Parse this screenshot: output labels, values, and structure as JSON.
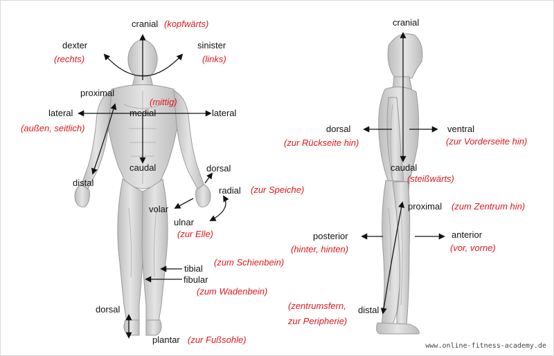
{
  "front": {
    "cranial": "cranial",
    "cranial_de": "(kopfwärts)",
    "dexter": "dexter",
    "dexter_de": "(rechts)",
    "sinister": "sinister",
    "sinister_de": "(links)",
    "proximal": "proximal",
    "medial": "medial",
    "medial_de": "(mittig)",
    "lateral_left": "lateral",
    "lateral_right": "lateral",
    "lateral_de": "(außen, seitlich)",
    "caudal": "caudal",
    "distal": "distal",
    "dorsal_hand": "dorsal",
    "radial": "radial",
    "radial_de": "(zur Speiche)",
    "volar": "volar",
    "ulnar": "ulnar",
    "ulnar_de": "(zur Elle)",
    "tibial": "tibial",
    "tibial_de": "(zum Schienbein)",
    "fibular": "fibular",
    "fibular_de": "(zum Wadenbein)",
    "dorsal_foot": "dorsal",
    "plantar": "plantar",
    "plantar_de": "(zur Fußsohle)"
  },
  "side": {
    "cranial": "cranial",
    "dorsal": "dorsal",
    "dorsal_de": "(zur Rückseite hin)",
    "ventral": "ventral",
    "ventral_de": "(zur Vorderseite hin)",
    "caudal": "caudal",
    "caudal_de": "(steißwärts)",
    "proximal": "proximal",
    "proximal_de": "(zum Zentrum hin)",
    "posterior": "posterior",
    "posterior_de": "(hinter, hinten)",
    "anterior": "anterior",
    "anterior_de": "(vor, vorne)",
    "distal": "distal",
    "distal_de_line1": "(zentrumsfern,",
    "distal_de_line2": "zur Peripherie)"
  },
  "watermark": "www.online-fitness-academy.de",
  "colors": {
    "german_text": "#e0161b",
    "label_text": "#111111",
    "arrow": "#111111",
    "body": "#d2d2d2"
  }
}
